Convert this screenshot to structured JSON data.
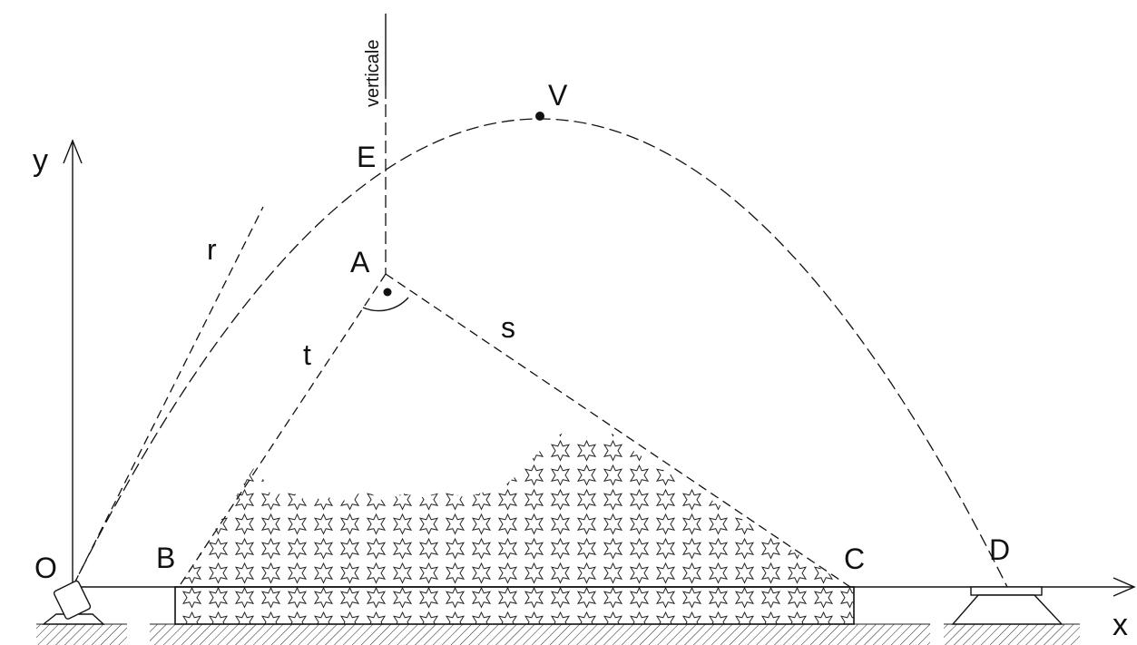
{
  "labels": {
    "axis_x": "x",
    "axis_y": "y",
    "vertical_line": "verticale",
    "point_O": "O",
    "point_B": "B",
    "point_C": "C",
    "point_D": "D",
    "point_A": "A",
    "point_E": "E",
    "point_V": "V",
    "line_r": "r",
    "line_s": "s",
    "line_t": "t"
  },
  "colors": {
    "ink": "#111111",
    "background": "#ffffff"
  }
}
